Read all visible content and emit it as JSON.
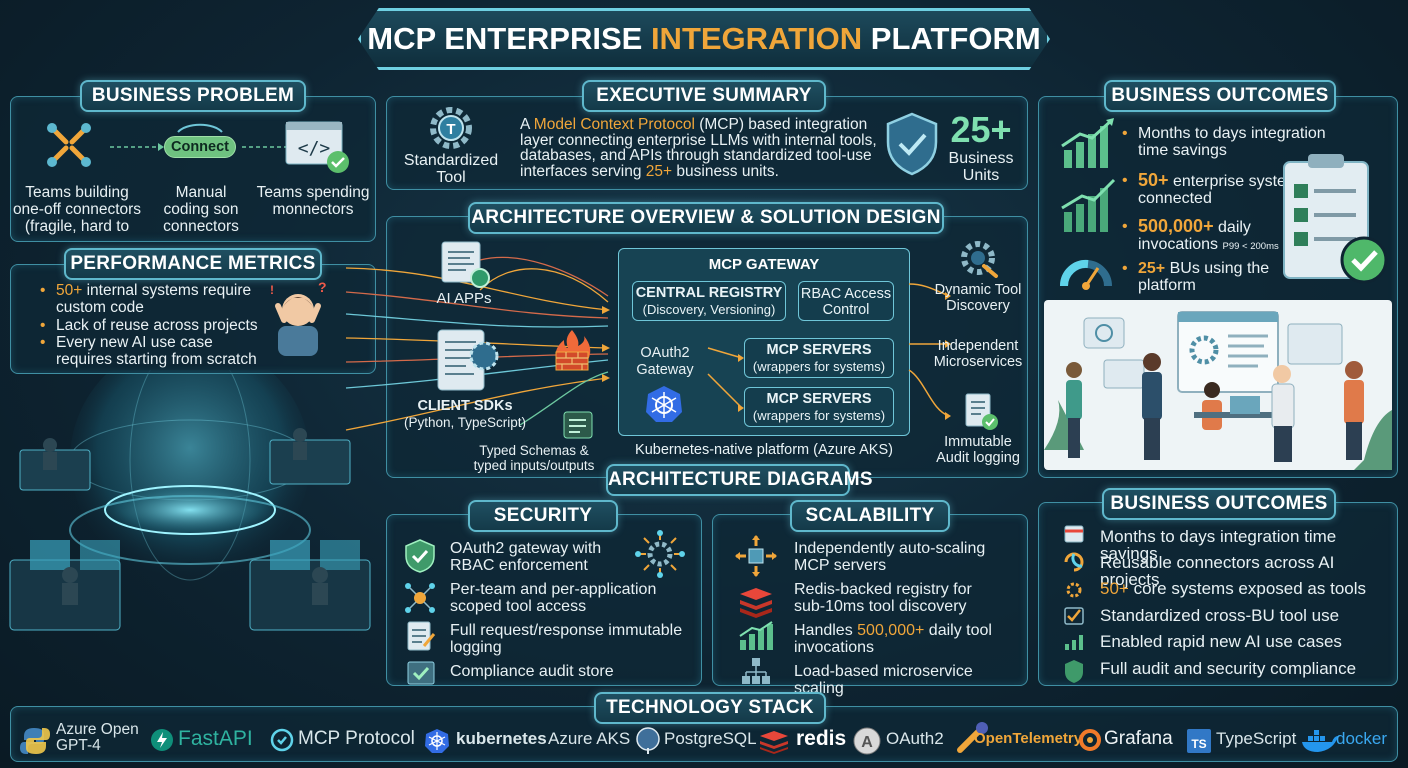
{
  "title": {
    "pre": "MCP ENTERPRISE ",
    "highlight": "INTEGRATION",
    "post": " PLATFORM"
  },
  "business_problem": {
    "heading": "BUSINESS PROBLEM",
    "connect": "Connect",
    "col1": "Teams building one-off connectors (fragile, hard to",
    "col2": "Manual coding son connectors",
    "col3": "Teams spending monnectors"
  },
  "performance_metrics": {
    "heading": "PERFORMANCE METRICS",
    "items": [
      {
        "highlight": "50+",
        "text": " internal systems require custom code"
      },
      {
        "highlight": "",
        "text": "Lack of reuse across projects"
      },
      {
        "highlight": "",
        "text": "Every new AI use case requires starting from scratch"
      }
    ]
  },
  "executive_summary": {
    "heading": "EXECUTIVE SUMMARY",
    "tool_label": "Standardized Tool",
    "text_pre": "A ",
    "text_highlight": "Model Context Protocol",
    "text_mid": " (MCP) based integration layer connecting enterprise LLMs with internal tools, databases, and APIs through standardized tool-use interfaces serving ",
    "text_highlight2": "25+",
    "text_post": " business units.",
    "big_number": "25+",
    "big_label": "Business Units"
  },
  "architecture": {
    "heading": "ARCHITECTURE OVERVIEW & SOLUTION DESIGN",
    "ai_apps": "AI APPs",
    "client_sdks": "CLIENT SDKs",
    "client_sdks_sub": "(Python, TypeScript)",
    "typed_schemas": "Typed Schemas & typed inputs/outputs",
    "gateway_title": "MCP GATEWAY",
    "central_registry": "CENTRAL REGISTRY",
    "central_registry_sub": "(Discovery, Versioning)",
    "rbac": "RBAC Access Control",
    "oauth": "OAuth2 Gateway",
    "mcp_servers_1": "MCP SERVERS",
    "mcp_servers_1_sub": "(wrappers for systems)",
    "mcp_servers_2": "MCP SERVERS",
    "mcp_servers_2_sub": "(wrappers for systems)",
    "k8s_label": "Kubernetes-native platform (Azure AKS)",
    "dynamic_discovery": "Dynamic Tool Discovery",
    "microservices": "Independent Microservices",
    "audit": "Immutable Audit logging"
  },
  "architecture_diagrams": {
    "heading": "ARCHITECTURE DIAGRAMS"
  },
  "business_outcomes_top": {
    "heading": "BUSINESS OUTCOMES",
    "items": [
      {
        "highlight": "",
        "text": "Months to days integration time savings"
      },
      {
        "highlight": "50+",
        "text": " enterprise systems connected"
      },
      {
        "highlight": "500,000+",
        "text": " daily invocations",
        "sub": "P99 < 200ms"
      },
      {
        "highlight": "25+",
        "text": " BUs using the platform"
      }
    ]
  },
  "security": {
    "heading": "SECURITY",
    "items": [
      "OAuth2 gateway with RBAC enforcement",
      "Per-team and per-application scoped tool access",
      "Full request/response immutable logging",
      "Compliance audit store"
    ]
  },
  "scalability": {
    "heading": "SCALABILITY",
    "items": [
      {
        "pre": "Independently auto-scaling MCP servers",
        "hl": "",
        "post": ""
      },
      {
        "pre": "Redis-backed registry for sub-10ms tool discovery",
        "hl": "",
        "post": ""
      },
      {
        "pre": "Handles ",
        "hl": "500,000+",
        "post": " daily tool invocations"
      },
      {
        "pre": "Load-based microservice scaling",
        "hl": "",
        "post": ""
      }
    ]
  },
  "business_outcomes_bottom": {
    "heading": "BUSINESS OUTCOMES",
    "items": [
      {
        "hl": "",
        "text": "Months to days integration time savings"
      },
      {
        "hl": "",
        "text": "Reusable connectors across AI projects"
      },
      {
        "hl": "50+",
        "text": " core systems exposed as tools"
      },
      {
        "hl": "",
        "text": "Standardized cross-BU tool use"
      },
      {
        "hl": "",
        "text": "Enabled rapid new AI use cases"
      },
      {
        "hl": "",
        "text": "Full audit and security compliance"
      }
    ]
  },
  "technology_stack": {
    "heading": "TECHNOLOGY STACK",
    "items": [
      "Azure Open GPT-4",
      "FastAPI",
      "MCP Protocol",
      "kubernetes",
      "Azure AKS",
      "PostgreSQL",
      "redis",
      "OAuth2",
      "OpenTelemetry",
      "Grafana",
      "TypeScript",
      "docker"
    ]
  },
  "colors": {
    "accent": "#f0a63a",
    "border": "#3f8fa3",
    "background": "#0e2432"
  }
}
